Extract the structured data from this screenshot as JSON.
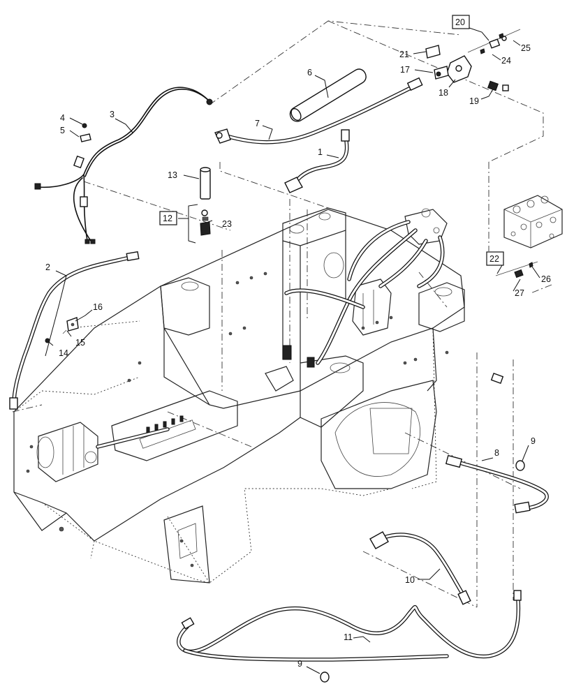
{
  "callouts": {
    "c1": "1",
    "c2": "2",
    "c3": "3",
    "c4": "4",
    "c5": "5",
    "c6": "6",
    "c7": "7",
    "c8": "8",
    "c9a": "9",
    "c9b": "9",
    "c10": "10",
    "c11": "11",
    "c12": "12",
    "c13": "13",
    "c14": "14",
    "c15": "15",
    "c16": "16",
    "c17": "17",
    "c18": "18",
    "c19": "19",
    "c20": "20",
    "c21": "21",
    "c22": "22",
    "c23": "23",
    "c24": "24",
    "c25": "25",
    "c26": "26",
    "c27": "27"
  }
}
